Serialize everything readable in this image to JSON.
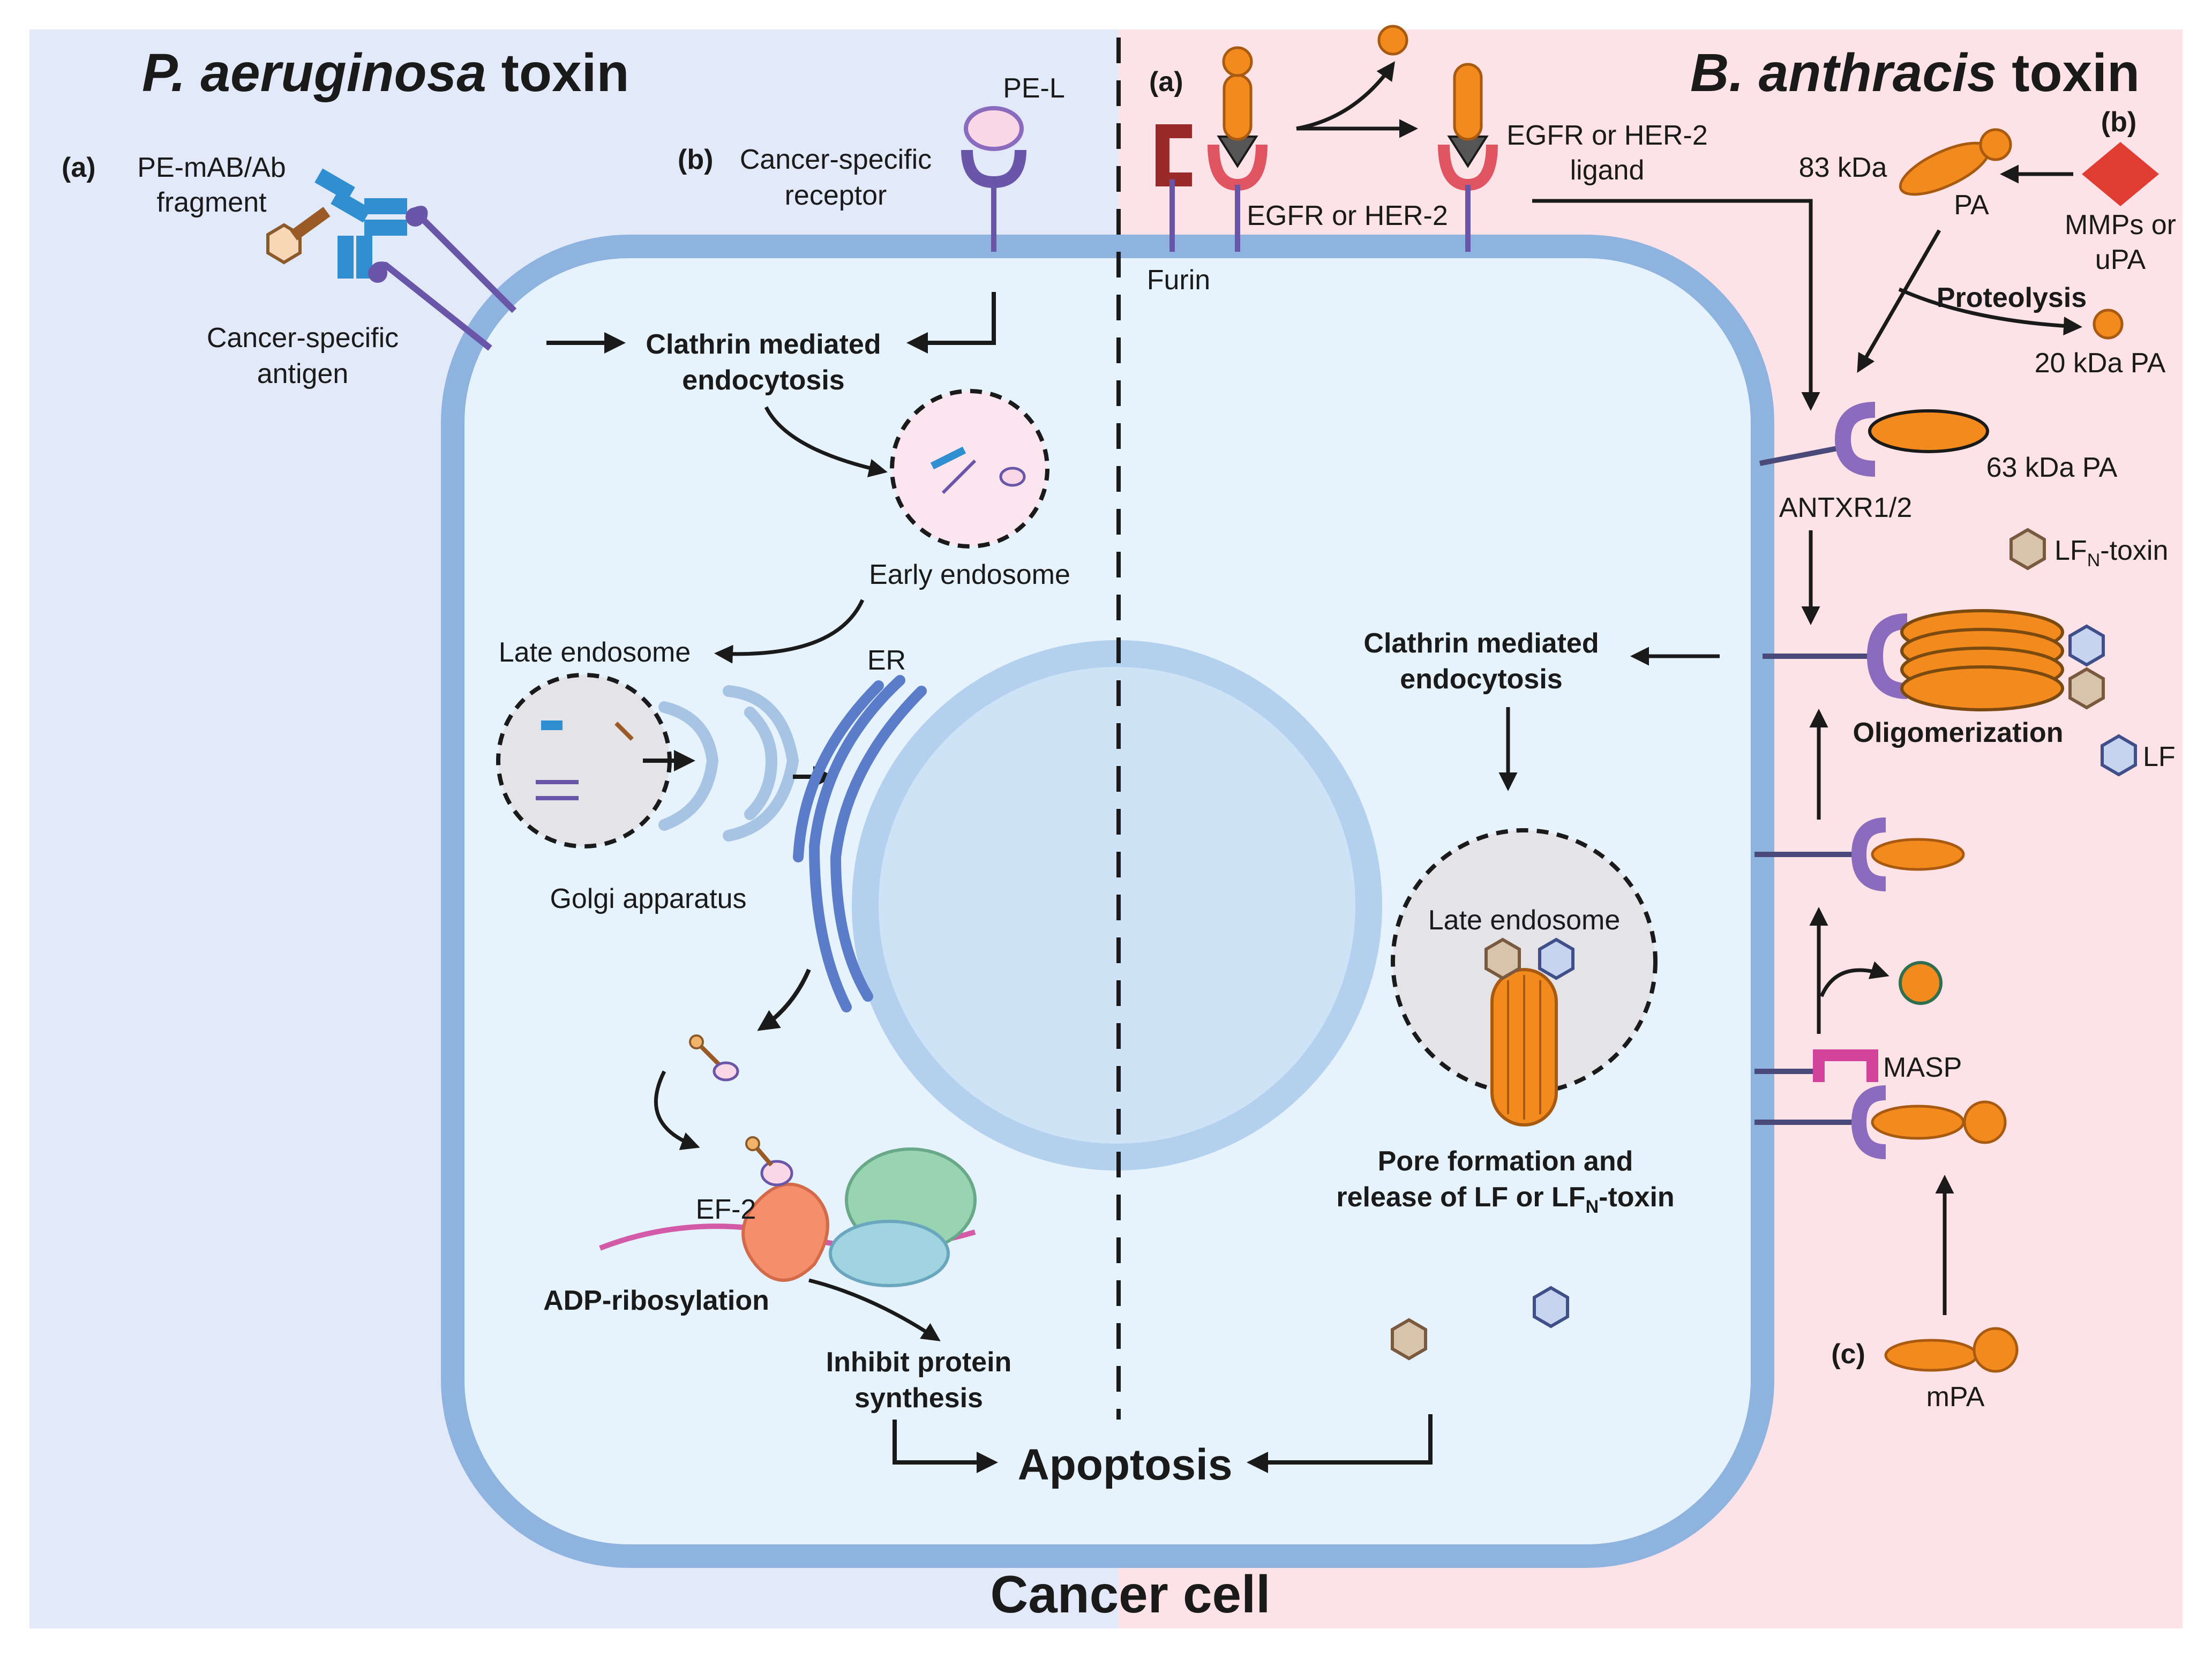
{
  "colors": {
    "left_panel": "#e2e9f8",
    "right_panel": "#fde3e8",
    "cell_fill": "#e6f3fd",
    "cell_border": "#8fb3df",
    "nucleus": "#bfd9f2",
    "orange": "#f28a1e",
    "purple": "#8a6bbd",
    "red_receptor": "#e05561",
    "dark_red": "#a32a2a",
    "magenta": "#d2439b",
    "mmp_red": "#e03c31",
    "hex_brown": "#c9a88a",
    "hex_blue": "#b9c9ea",
    "antibody_blue": "#2f8fd1"
  },
  "icons": [
    "antibody-icon",
    "receptor-icon",
    "toxin-icon",
    "endosome-icon",
    "golgi-icon",
    "er-icon",
    "nucleus-icon",
    "ribosome-icon",
    "pore-icon",
    "hexagon-icon",
    "diamond-icon"
  ],
  "left": {
    "title_italic": "P. aeruginosa",
    "title_rest": " toxin",
    "tag_a": "(a)",
    "pe_mab_line1": "PE-mAB/Ab",
    "pe_mab_line2": "fragment",
    "antigen_line1": "Cancer-specific",
    "antigen_line2": "antigen",
    "tag_b": "(b)",
    "receptor_line1": "Cancer-specific",
    "receptor_line2": "receptor",
    "pe_l": "PE-L",
    "clathrin_line1": "Clathrin mediated",
    "clathrin_line2": "endocytosis",
    "early_endosome": "Early endosome",
    "late_endosome": "Late endosome",
    "er": "ER",
    "golgi": "Golgi apparatus",
    "ef2": "EF-2",
    "adp": "ADP-ribosylation",
    "inhibit_line1": "Inhibit protein",
    "inhibit_line2": "synthesis"
  },
  "center": {
    "apoptosis": "Apoptosis",
    "cancer_cell": "Cancer cell"
  },
  "right": {
    "title_italic": "B. anthracis",
    "title_rest": " toxin",
    "tag_a": "(a)",
    "furin": "Furin",
    "egfr": "EGFR or HER-2",
    "egfr_ligand_line1": "EGFR or HER-2",
    "egfr_ligand_line2": "ligand",
    "tag_b": "(b)",
    "kda83": "83 kDa",
    "pa": "PA",
    "mmps_line1": "MMPs or",
    "mmps_line2": "uPA",
    "proteolysis": "Proteolysis",
    "kda20": "20 kDa PA",
    "kda63": "63 kDa PA",
    "antxr": "ANTXR1/2",
    "lfn_prefix": "LF",
    "lfn_sub": "N",
    "lfn_suffix": "-toxin",
    "oligomerization": "Oligomerization",
    "lf": "LF",
    "clathrin_line1": "Clathrin mediated",
    "clathrin_line2": "endocytosis",
    "late_endosome": "Late endosome",
    "pore_line1": "Pore formation and",
    "pore_line2_prefix": "release of LF or LF",
    "pore_line2_sub": "N",
    "pore_line2_suffix": "-toxin",
    "masp": "MASP",
    "tag_c": "(c)",
    "mpa": "mPA"
  }
}
